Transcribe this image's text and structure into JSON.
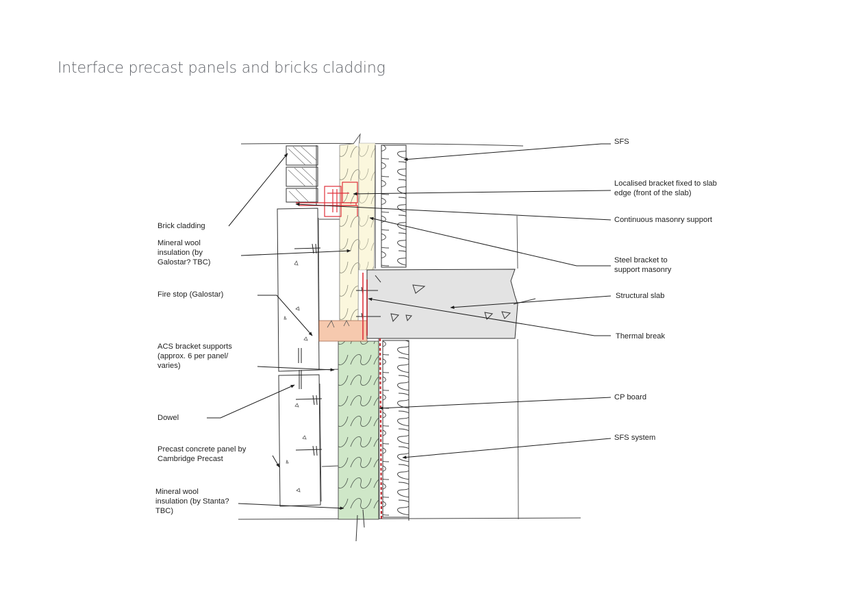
{
  "title": "Interface precast panels and bricks cladding",
  "labels": {
    "brick_cladding": "Brick cladding",
    "mineral_wool_galostar": "Mineral wool\ninsulation (by\nGalostar? TBC)",
    "fire_stop": "Fire stop (Galostar)",
    "acs_bracket": "ACS bracket supports\n(approx. 6 per panel/\nvaries)",
    "dowel": "Dowel",
    "precast_panel": "Precast concrete panel by\nCambridge Precast",
    "mineral_wool_stanta": "Mineral wool\ninsulation (by Stanta?\nTBC)",
    "sfs": "SFS",
    "localised_bracket": "Localised bracket fixed to slab\nedge (front of the slab)",
    "continuous_support": "Continuous masonry support",
    "steel_bracket": "Steel bracket to\nsupport masonry",
    "structural_slab": "Structural slab",
    "thermal_break": "Thermal break",
    "cp_board": "CP board",
    "sfs_system": "SFS system"
  },
  "colors": {
    "upper_insulation": "#fbf7dd",
    "lower_insulation": "#cfe7c8",
    "fire_stop": "#f6c9ae",
    "slab": "#e3e3e3",
    "brackets": "#e0303a",
    "line": "#2a2a2a"
  }
}
